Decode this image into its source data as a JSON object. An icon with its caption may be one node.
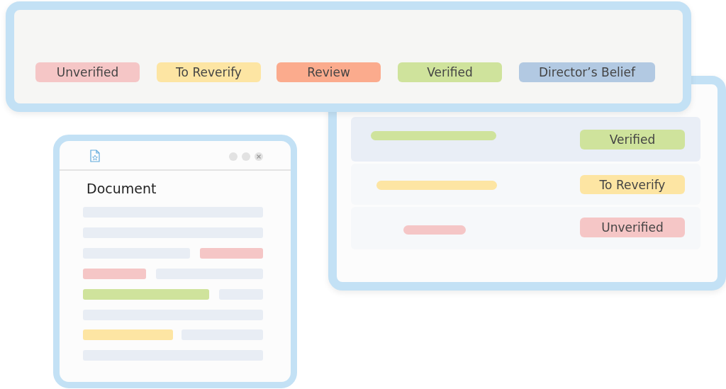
{
  "diagram": {
    "nodes": [
      {
        "text": [],
        "shape": "box"
      },
      {
        "text": [
          "Unverified"
        ],
        "in": 0
      },
      {
        "text": [
          "To Reverify"
        ],
        "in": 0
      },
      {
        "text": [
          "Review"
        ],
        "in": 0
      },
      {
        "text": [
          "Verified"
        ],
        "in": 0
      },
      {
        "text": [
          "Director’s Belief"
        ],
        "in": 0
      },
      {
        "text": [],
        "shape": "box"
      },
      {
        "text": [
          "Verified"
        ],
        "in": 6
      },
      {
        "text": [
          "To Reverify"
        ],
        "in": 6
      },
      {
        "text": [
          "Unverified"
        ],
        "in": 6
      },
      {
        "text": [
          "Document"
        ]
      }
    ]
  }
}
